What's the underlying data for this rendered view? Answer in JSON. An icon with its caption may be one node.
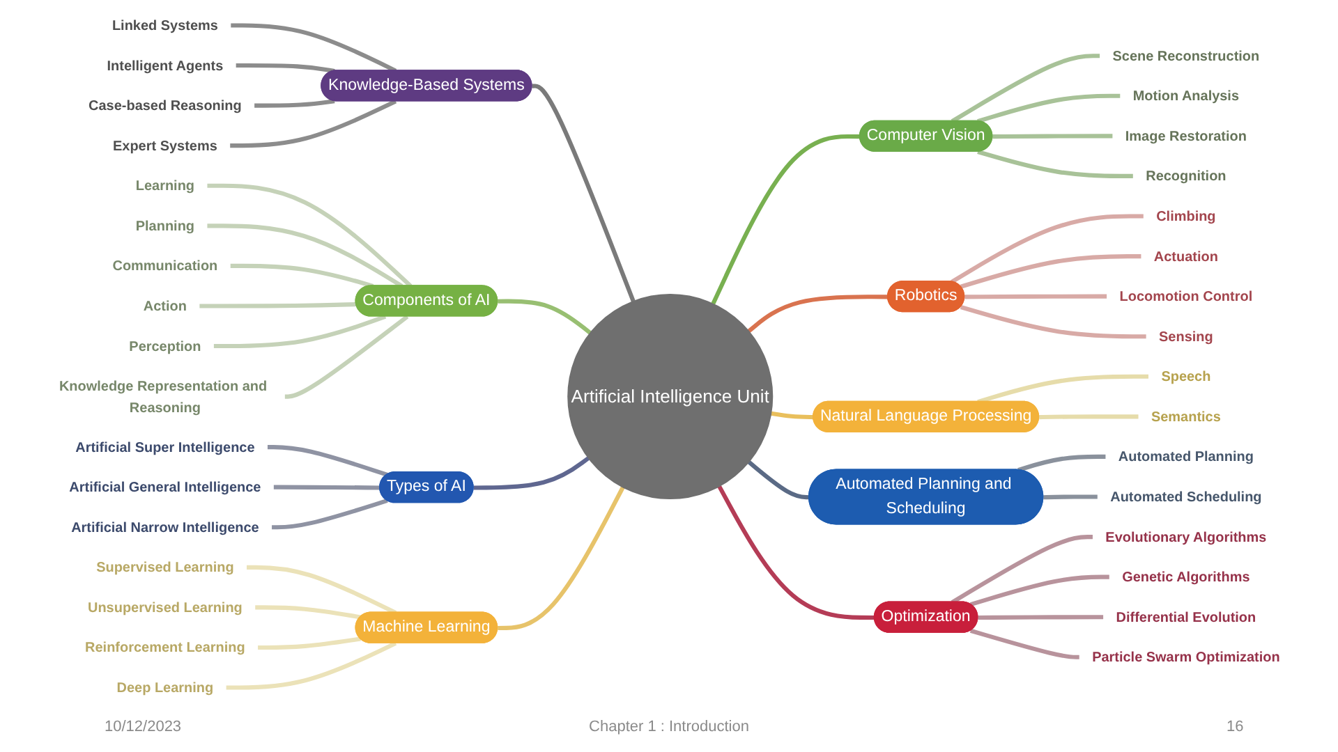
{
  "diagram": {
    "nodes": [
      {
        "text": [
          "Artificial Intelligence Unit"
        ]
      },
      {
        "text": [
          "Knowledge-Based Systems"
        ]
      },
      {
        "text": [
          "Linked Systems"
        ]
      },
      {
        "text": [
          "Intelligent Agents"
        ]
      },
      {
        "text": [
          "Case-based Reasoning"
        ]
      },
      {
        "text": [
          "Expert Systems"
        ]
      },
      {
        "text": [
          "Computer Vision"
        ]
      },
      {
        "text": [
          "Scene Reconstruction"
        ]
      },
      {
        "text": [
          "Motion Analysis"
        ]
      },
      {
        "text": [
          "Image Restoration"
        ]
      },
      {
        "text": [
          "Recognition"
        ]
      },
      {
        "text": [
          "Robotics"
        ]
      },
      {
        "text": [
          "Climbing"
        ]
      },
      {
        "text": [
          "Actuation"
        ]
      },
      {
        "text": [
          "Locomotion Control"
        ]
      },
      {
        "text": [
          "Sensing"
        ]
      },
      {
        "text": [
          "Natural Language Processing"
        ]
      },
      {
        "text": [
          "Speech"
        ]
      },
      {
        "text": [
          "Semantics"
        ]
      },
      {
        "text": [
          "Automated Planning and Scheduling"
        ]
      },
      {
        "text": [
          "Automated Planning"
        ]
      },
      {
        "text": [
          "Automated Scheduling"
        ]
      },
      {
        "text": [
          "Optimization"
        ]
      },
      {
        "text": [
          "Evolutionary Algorithms"
        ]
      },
      {
        "text": [
          "Genetic Algorithms"
        ]
      },
      {
        "text": [
          "Differential Evolution"
        ]
      },
      {
        "text": [
          "Particle Swarm Optimization"
        ]
      },
      {
        "text": [
          "Components of AI"
        ]
      },
      {
        "text": [
          "Learning"
        ]
      },
      {
        "text": [
          "Planning"
        ]
      },
      {
        "text": [
          "Communication"
        ]
      },
      {
        "text": [
          "Action"
        ]
      },
      {
        "text": [
          "Perception"
        ]
      },
      {
        "text": [
          "Knowledge Representation and Reasoning"
        ]
      },
      {
        "text": [
          "Types of AI"
        ]
      },
      {
        "text": [
          "Artificial Super Intelligence"
        ]
      },
      {
        "text": [
          "Artificial General Intelligence"
        ]
      },
      {
        "text": [
          "Artificial Narrow Intelligence"
        ]
      },
      {
        "text": [
          "Machine Learning"
        ]
      },
      {
        "text": [
          "Supervised Learning"
        ]
      },
      {
        "text": [
          "Unsupervised Learning"
        ]
      },
      {
        "text": [
          "Reinforcement Learning"
        ]
      },
      {
        "text": [
          "Deep Learning"
        ]
      }
    ],
    "edges": [
      {
        "from": 1,
        "to": 0,
        "arrow": "none",
        "color": "#7a7a7a"
      },
      {
        "from": 2,
        "to": 1,
        "arrow": "none",
        "color": "#8c8c8c"
      },
      {
        "from": 3,
        "to": 1,
        "arrow": "none",
        "color": "#8c8c8c"
      },
      {
        "from": 4,
        "to": 1,
        "arrow": "none",
        "color": "#8c8c8c"
      },
      {
        "from": 5,
        "to": 1,
        "arrow": "none",
        "color": "#8c8c8c"
      },
      {
        "from": 0,
        "to": 6,
        "arrow": "none",
        "color": "#78b050"
      },
      {
        "from": 6,
        "to": 7,
        "arrow": "none",
        "color": "#a8c298"
      },
      {
        "from": 6,
        "to": 8,
        "arrow": "none",
        "color": "#a8c298"
      },
      {
        "from": 6,
        "to": 9,
        "arrow": "none",
        "color": "#a8c298"
      },
      {
        "from": 6,
        "to": 10,
        "arrow": "none",
        "color": "#a8c298"
      },
      {
        "from": 0,
        "to": 11,
        "arrow": "none",
        "color": "#d9734f"
      },
      {
        "from": 11,
        "to": 12,
        "arrow": "none",
        "color": "#d8aaa6"
      },
      {
        "from": 11,
        "to": 13,
        "arrow": "none",
        "color": "#d8aaa6"
      },
      {
        "from": 11,
        "to": 14,
        "arrow": "none",
        "color": "#d8aaa6"
      },
      {
        "from": 11,
        "to": 15,
        "arrow": "none",
        "color": "#d8aaa6"
      },
      {
        "from": 0,
        "to": 16,
        "arrow": "none",
        "color": "#e9bf5c"
      },
      {
        "from": 16,
        "to": 17,
        "arrow": "none",
        "color": "#e6dcaa"
      },
      {
        "from": 16,
        "to": 18,
        "arrow": "none",
        "color": "#e6dcaa"
      },
      {
        "from": 0,
        "to": 19,
        "arrow": "none",
        "color": "#5a6a85"
      },
      {
        "from": 19,
        "to": 20,
        "arrow": "none",
        "color": "#8a919c"
      },
      {
        "from": 19,
        "to": 21,
        "arrow": "none",
        "color": "#8a919c"
      },
      {
        "from": 0,
        "to": 22,
        "arrow": "none",
        "color": "#b43c56"
      },
      {
        "from": 22,
        "to": 23,
        "arrow": "none",
        "color": "#b8939c"
      },
      {
        "from": 22,
        "to": 24,
        "arrow": "none",
        "color": "#b8939c"
      },
      {
        "from": 22,
        "to": 25,
        "arrow": "none",
        "color": "#b8939c"
      },
      {
        "from": 22,
        "to": 26,
        "arrow": "none",
        "color": "#b8939c"
      },
      {
        "from": 27,
        "to": 0,
        "arrow": "none",
        "color": "#98bf72"
      },
      {
        "from": 28,
        "to": 27,
        "arrow": "none",
        "color": "#c5d2b8"
      },
      {
        "from": 29,
        "to": 27,
        "arrow": "none",
        "color": "#c5d2b8"
      },
      {
        "from": 30,
        "to": 27,
        "arrow": "none",
        "color": "#c5d2b8"
      },
      {
        "from": 31,
        "to": 27,
        "arrow": "none",
        "color": "#c5d2b8"
      },
      {
        "from": 32,
        "to": 27,
        "arrow": "none",
        "color": "#c5d2b8"
      },
      {
        "from": 33,
        "to": 27,
        "arrow": "none",
        "color": "#c5d2b8"
      },
      {
        "from": 34,
        "to": 0,
        "arrow": "none",
        "color": "#5f6790"
      },
      {
        "from": 35,
        "to": 34,
        "arrow": "none",
        "color": "#8f93a3"
      },
      {
        "from": 36,
        "to": 34,
        "arrow": "none",
        "color": "#8f93a3"
      },
      {
        "from": 37,
        "to": 34,
        "arrow": "none",
        "color": "#8f93a3"
      },
      {
        "from": 38,
        "to": 0,
        "arrow": "none",
        "color": "#e7c36a"
      },
      {
        "from": 39,
        "to": 38,
        "arrow": "none",
        "color": "#ebe2b8"
      },
      {
        "from": 40,
        "to": 38,
        "arrow": "none",
        "color": "#ebe2b8"
      },
      {
        "from": 41,
        "to": 38,
        "arrow": "none",
        "color": "#ebe2b8"
      },
      {
        "from": 42,
        "to": 38,
        "arrow": "none",
        "color": "#ebe2b8"
      }
    ],
    "labels": [
      "10/12/2023",
      "Chapter 1 : Introduction",
      "16"
    ]
  }
}
